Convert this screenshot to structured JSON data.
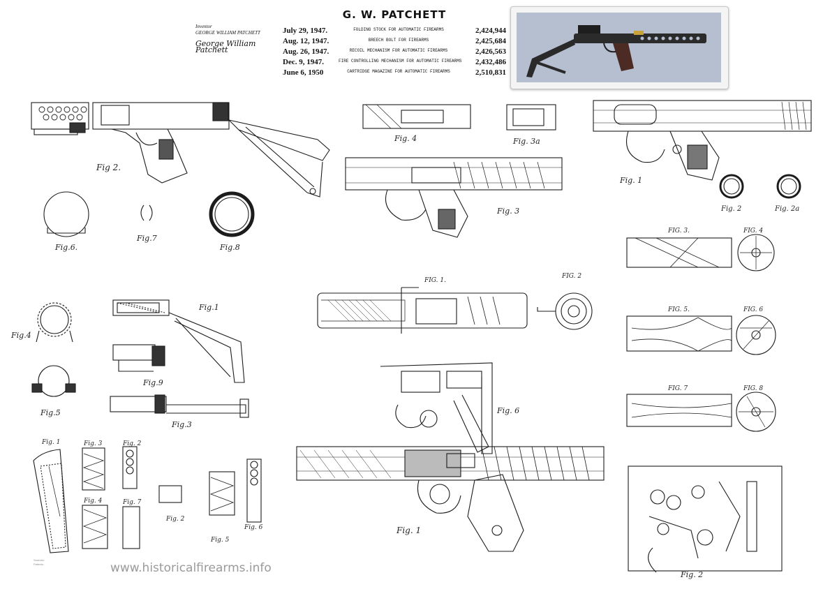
{
  "header": {
    "title": "G. W. PATCHETT",
    "inventor_label": "Inventor",
    "inventor_name": "GEORGE WILLIAM PATCHETT",
    "signature": "George William Patchett"
  },
  "patents": [
    {
      "date": "July 29, 1947.",
      "description": "FOLDING STOCK FOR AUTOMATIC FIREARMS",
      "number": "2,424,944"
    },
    {
      "date": "Aug. 12, 1947.",
      "description": "BREECH BOLT FOR FIREARMS",
      "number": "2,425,684"
    },
    {
      "date": "Aug. 26, 1947.",
      "description": "RECOIL MECHANISM FOR AUTOMATIC FIREARMS",
      "number": "2,426,563"
    },
    {
      "date": "Dec. 9, 1947.",
      "description": "FIRE CONTROLLING MECHANISM FOR AUTOMATIC FIREARMS",
      "number": "2,432,486"
    },
    {
      "date": "June 6, 1950",
      "description": "CARTRIDGE MAGAZINE FOR AUTOMATIC FIREARMS",
      "number": "2,510,831"
    }
  ],
  "figure_labels": {
    "stock_fig2": "Fig 2.",
    "stock_fig6": "Fig.6.",
    "stock_fig7": "Fig.7",
    "stock_fig8": "Fig.8",
    "stock_fig4": "Fig.4",
    "stock_fig5": "Fig.5",
    "stock_fig1": "Fig.1",
    "stock_fig9": "Fig.9",
    "stock_fig3": "Fig.3",
    "bolt_fig4": "Fig. 4",
    "bolt_fig3a": "Fig. 3a",
    "bolt_fig3": "Fig. 3",
    "recoil_fig1": "Fig. 1",
    "recoil_fig2": "Fig. 2",
    "recoil_fig2a": "Fig. 2a",
    "fire_fig1": "FIG. 1.",
    "fire_fig2": "FIG. 2",
    "mag_fig3": "FIG. 3.",
    "mag_fig4": "FIG. 4",
    "mag_fig5": "FIG. 5.",
    "mag_fig6": "FIG. 6",
    "mag_fig7": "FIG. 7",
    "mag_fig8": "FIG. 8",
    "trig_fig6": "Fig. 6",
    "trig_fig1": "Fig. 1",
    "mech_fig2": "Fig. 2",
    "spring_fig1": "Fig. 1",
    "spring_fig3": "Fig. 3",
    "spring_fig2": "Fig. 2",
    "spring_fig7": "Fig. 7",
    "spring_fig2b": "Fig. 2",
    "spring_fig4": "Fig. 4",
    "spring_fig5": "Fig. 5",
    "spring_fig6": "Fig. 6"
  },
  "watermark": "www.historicalfirearms.info",
  "credits": [
    "Sources:",
    "Patents:"
  ],
  "photo": {
    "alt": "Patchett submachine gun photograph",
    "bg": "#b9c3d2"
  }
}
